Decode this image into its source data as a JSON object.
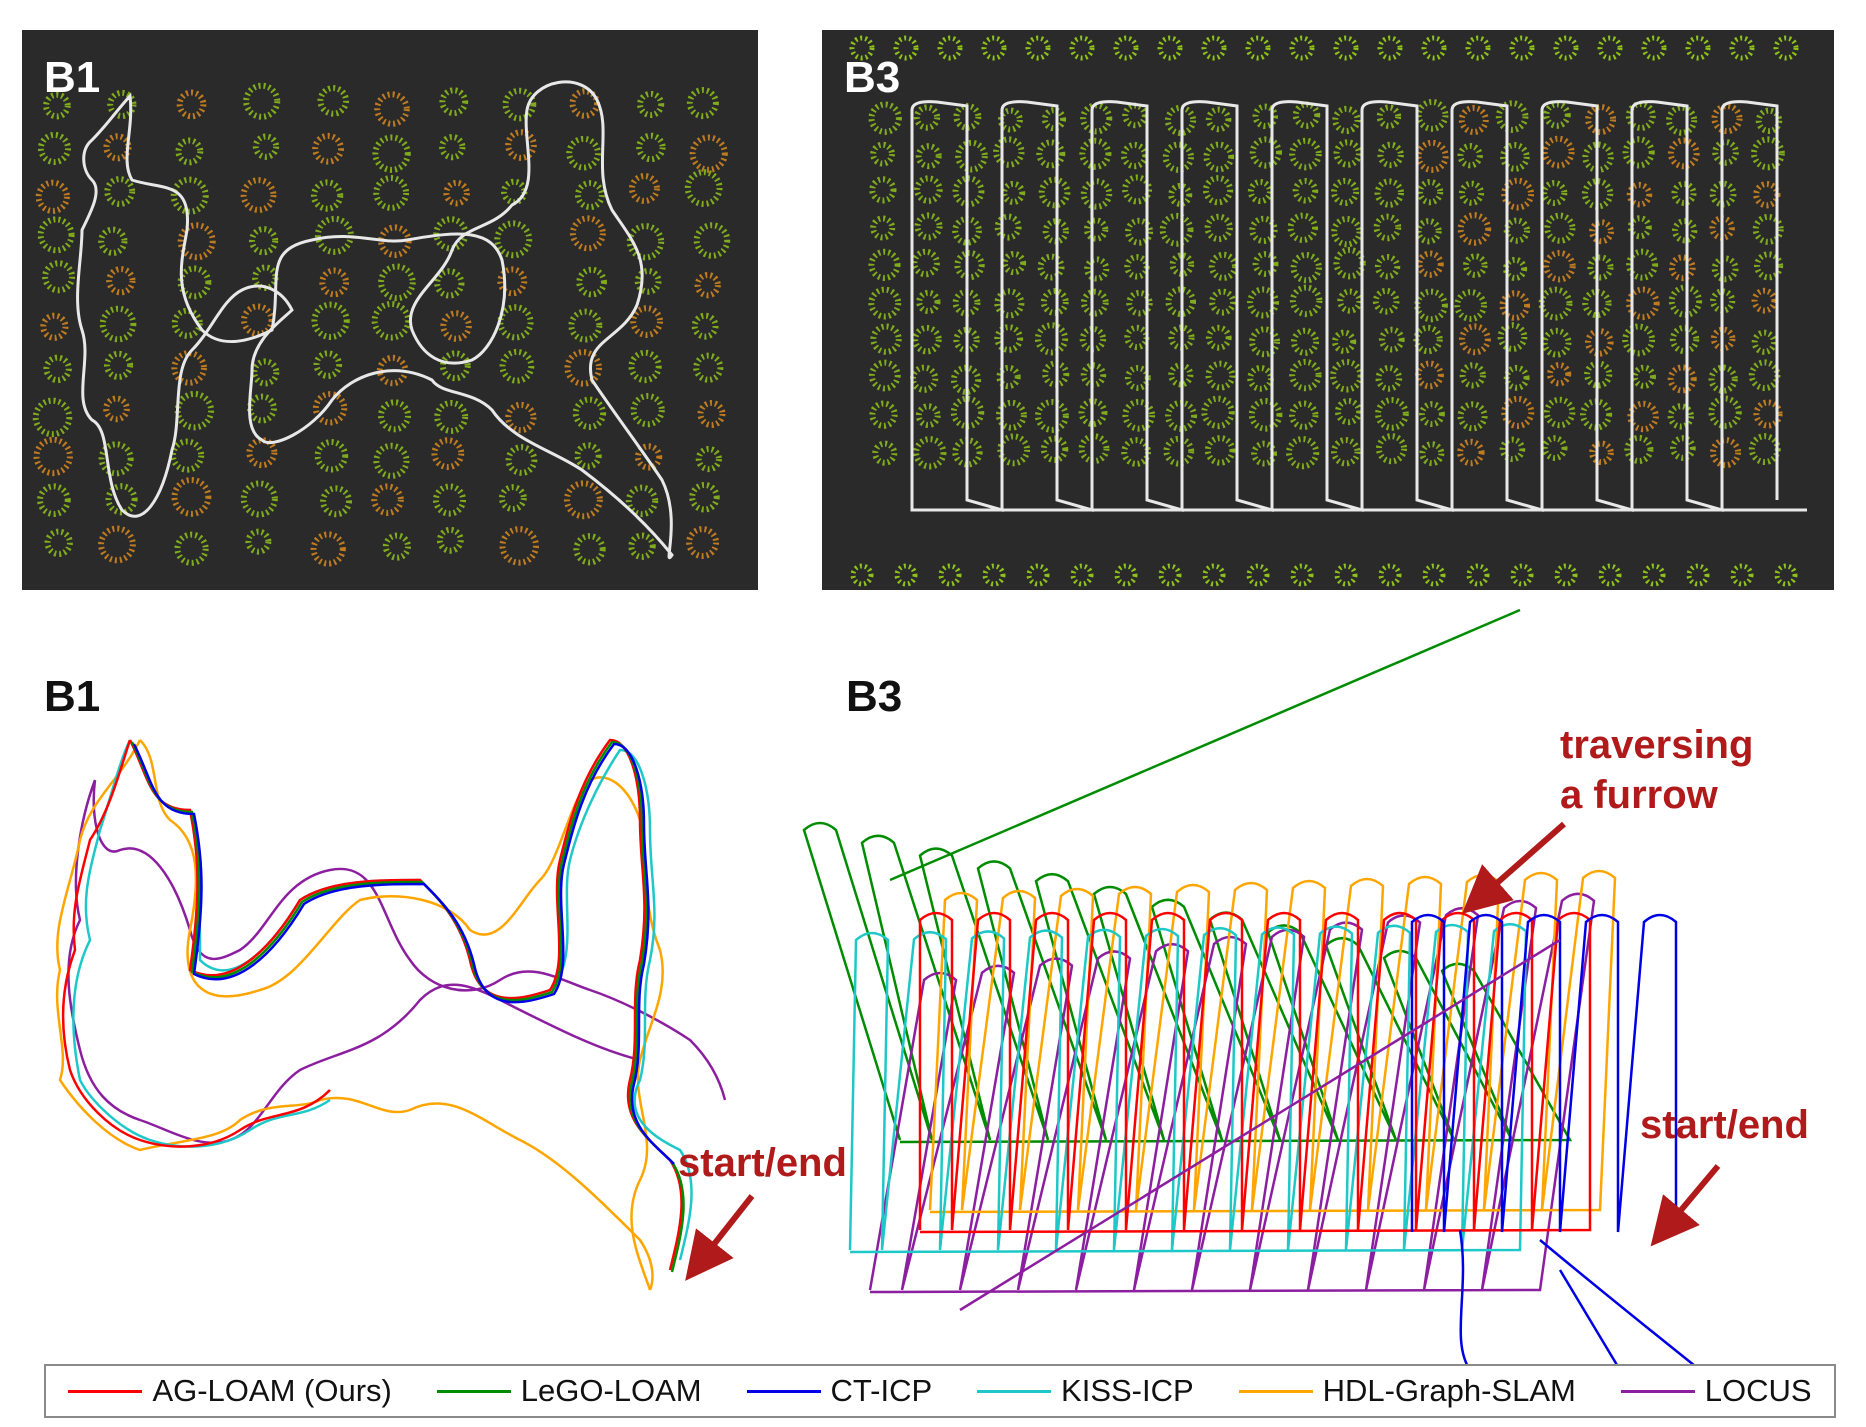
{
  "panels": {
    "top_left_label": "B1",
    "top_right_label": "B3",
    "bottom_left_label": "B1",
    "bottom_right_label": "B3"
  },
  "annotations": {
    "b1_start_end": "start/end",
    "b3_start_end": "start/end",
    "b3_furrow_line1": "traversing",
    "b3_furrow_line2": "a furrow"
  },
  "colors": {
    "map_background": "#2a2a2a",
    "map_path": "#e8e8e8",
    "plant_green": "#8fc21a",
    "plant_orange": "#d88a1e",
    "annotation_red": "#b11a1a"
  },
  "legend": [
    {
      "label": "AG-LOAM (Ours)",
      "color": "#ff0000"
    },
    {
      "label": "LeGO-LOAM",
      "color": "#008c00"
    },
    {
      "label": "CT-ICP",
      "color": "#0000e6"
    },
    {
      "label": "KISS-ICP",
      "color": "#1ec8c8"
    },
    {
      "label": "HDL-Graph-SLAM",
      "color": "#ffa500"
    },
    {
      "label": "LOCUS",
      "color": "#8c1ea0"
    }
  ]
}
